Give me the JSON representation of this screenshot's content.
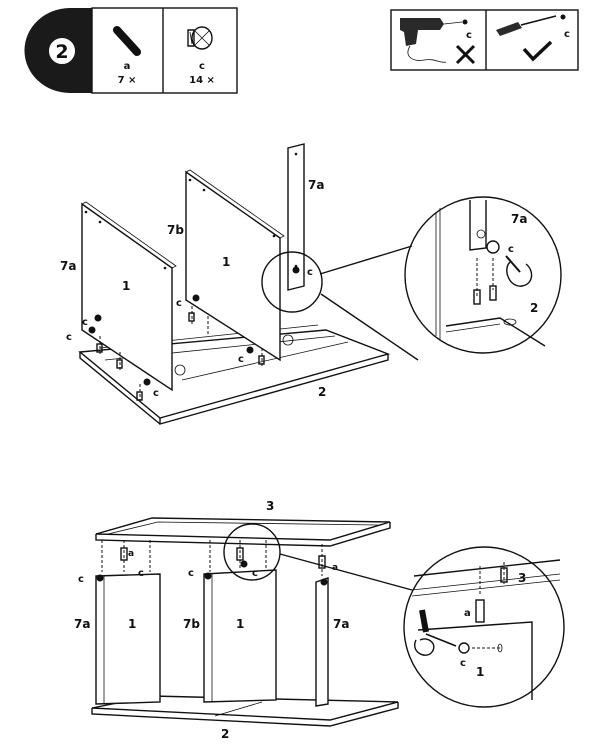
{
  "step": {
    "number": "2"
  },
  "parts": [
    {
      "letter": "a",
      "count": "7 ×",
      "icon": "dowel-icon"
    },
    {
      "letter": "c",
      "count": "14 ×",
      "icon": "cam-lock-icon"
    }
  ],
  "tools": [
    {
      "icon": "power-drill-icon",
      "part": "c",
      "verdict": "not-allowed"
    },
    {
      "icon": "screwdriver-icon",
      "part": "c",
      "verdict": "allowed"
    }
  ],
  "labels": {
    "panel_7a": "7a",
    "panel_7b": "7b",
    "panel_1": "1",
    "panel_2": "2",
    "panel_3": "3",
    "part_c": "c",
    "part_a": "a"
  }
}
